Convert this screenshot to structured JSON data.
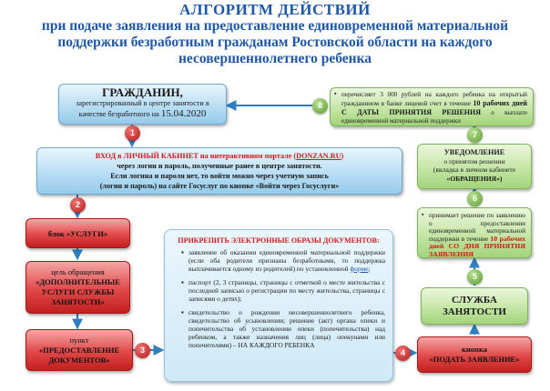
{
  "title": {
    "line1": "АЛГОРИТМ ДЕЙСТВИЙ",
    "line2": "при подаче заявления на предоставление единовременной материальной",
    "line3": "поддержки безработным гражданам Ростовской области на каждого",
    "line4": "несовершеннолетнего ребенка"
  },
  "citizen": {
    "heading": "ГРАЖДАНИН,",
    "line1": "зарегистрированный в центре занятости в",
    "line2_prefix": "качестве безработного на ",
    "date": "15.04.2020"
  },
  "cabinet": {
    "line1_red": "ВХОД в ЛИЧНЫЙ КАБИНЕТ на интерактивном портале (",
    "portal": "DONZAN.RU",
    "line1_close": ")",
    "line2": "через логин и пароль, полученные ранее в центре занятости.",
    "line3": "Если логина и пароля нет, то войти можно через учетную запись",
    "line4": "(логин и пароль) на сайте Госуслуг по кнопке «Войти через Госуслуги»"
  },
  "steps": {
    "services": "блок «УСЛУГИ»",
    "purpose_l1": "цель обращения",
    "purpose_l2": "«ДОПОЛНИТЕЛЬНЫЕ",
    "purpose_l3": "УСЛУГИ СЛУЖБЫ",
    "purpose_l4": "ЗАНЯТОСТИ»",
    "item_l1": "пункт",
    "item_l2": "«ПРЕДОСТАВЛЕНИЕ",
    "item_l3": "ДОКУМЕНТОВ»",
    "submit_l1": "кнопка",
    "submit_l2": "«ПОДАТЬ ЗАЯВЛЕНИЕ»"
  },
  "documents": {
    "heading": "ПРИКРЕПИТЬ ЭЛЕКТРОННЫЕ ОБРАЗЫ ДОКУМЕНТОВ:",
    "item1_text": "заявление об оказании единовременной материальной поддержки (если оба родителя признаны безработными, то поддержка выплачивается одному из родителей) по установленной ",
    "item1_link": "форме",
    "item1_end": ";",
    "item2": "паспорт (2, 3 страницы, страницы с отметкой о месте жительства с последней записью о регистрации по месту жительства, страницы с записями о детях);",
    "item3": "свидетельство о рождении несовершеннолетнего ребенка, свидетельство об усыновлении; решение (акт) органа опеки и попечительства об установлении опеки (попечительства) над ребенком, а также назначения лиц (лица) опекунами или попечителями) – НА КАЖДОГО РЕБЕНКА"
  },
  "service": {
    "l1": "СЛУЖБА",
    "l2": "ЗАНЯТОСТИ"
  },
  "decision": {
    "text": "принимает решение по заявлению о предоставлении единовременной материальной поддержки в течение ",
    "highlight": "10 рабочих дней СО ДНЯ ПРИНЯТИЯ ЗАЯВЛЕНИЯ"
  },
  "notify": {
    "l1": "УВЕДОМЛЕНИЕ",
    "l2": "о принятом решении",
    "l3": "(вкладка в личном кабинете",
    "l4": "«ОБРАЩЕНИЯ»)"
  },
  "payment": {
    "text": "перечисляет 3 000 рублей на каждого ребенка на открытый гражданином в банке лицевой счет в течение ",
    "highlight": "10 рабочих дней С ДАТЫ ПРИНЯТИЯ РЕШЕНИЯ",
    "end": " о выплате единовременной материальной поддержки"
  },
  "badges": {
    "n1": "1",
    "n2": "2",
    "n3": "3",
    "n4": "4",
    "n5": "5",
    "n6": "6",
    "n7": "7",
    "n8": "8"
  },
  "colors": {
    "title": "#1f57a6",
    "red_box": "#e14848",
    "blue_box": "#b9def4",
    "green_box": "#c5e6a6",
    "arrow": "#2f7fc1",
    "highlight": "#d01818"
  }
}
